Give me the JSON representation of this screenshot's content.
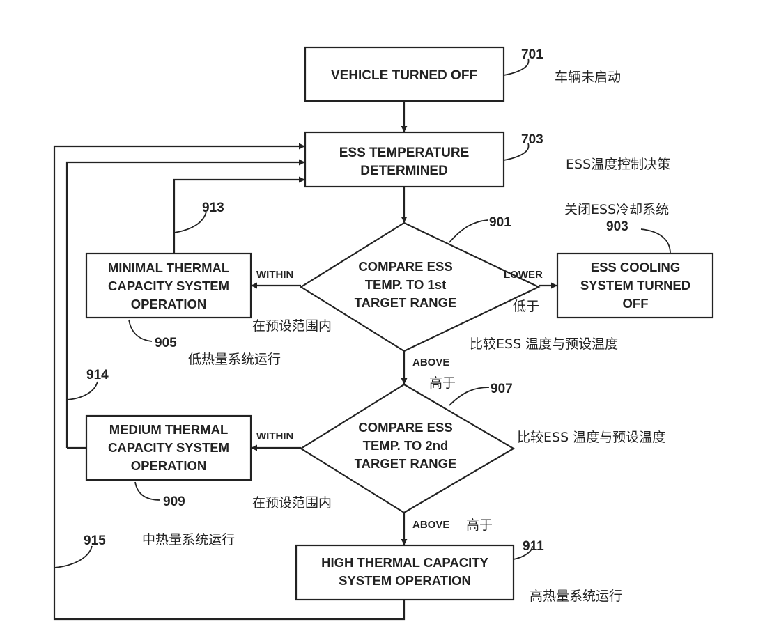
{
  "nodes": {
    "n701": {
      "lines": [
        "VEHICLE TURNED OFF"
      ],
      "ref": "701",
      "cn": "车辆未启动"
    },
    "n703": {
      "lines": [
        "ESS TEMPERATURE",
        "DETERMINED"
      ],
      "ref": "703",
      "cn": "ESS温度控制决策"
    },
    "n901": {
      "lines": [
        "COMPARE ESS",
        "TEMP. TO 1st",
        "TARGET RANGE"
      ],
      "ref": "901",
      "cn": "比较ESS 温度与预设温度"
    },
    "n903": {
      "lines": [
        "ESS COOLING",
        "SYSTEM TURNED",
        "OFF"
      ],
      "ref": "903",
      "cn": "关闭ESS冷却系统"
    },
    "n905": {
      "lines": [
        "MINIMAL THERMAL",
        "CAPACITY SYSTEM",
        "OPERATION"
      ],
      "ref": "905",
      "cn": "低热量系统运行"
    },
    "n907": {
      "lines": [
        "COMPARE ESS",
        "TEMP. TO 2nd",
        "TARGET RANGE"
      ],
      "ref": "907",
      "cn": "比较ESS 温度与预设温度"
    },
    "n909": {
      "lines": [
        "MEDIUM THERMAL",
        "CAPACITY SYSTEM",
        "OPERATION"
      ],
      "ref": "909",
      "cn": "中热量系统运行"
    },
    "n911": {
      "lines": [
        "HIGH THERMAL CAPACITY",
        "SYSTEM OPERATION"
      ],
      "ref": "911",
      "cn": "高热量系统运行"
    }
  },
  "edges": {
    "lower": {
      "label": "LOWER",
      "cn": "低于"
    },
    "within1": {
      "label": "WITHIN",
      "cn": "在预设范围内"
    },
    "above1": {
      "label": "ABOVE",
      "cn": "高于"
    },
    "within2": {
      "label": "WITHIN",
      "cn": "在预设范围内"
    },
    "above2": {
      "label": "ABOVE",
      "cn": "高于"
    }
  },
  "feedback_refs": {
    "r913": "913",
    "r914": "914",
    "r915": "915"
  }
}
